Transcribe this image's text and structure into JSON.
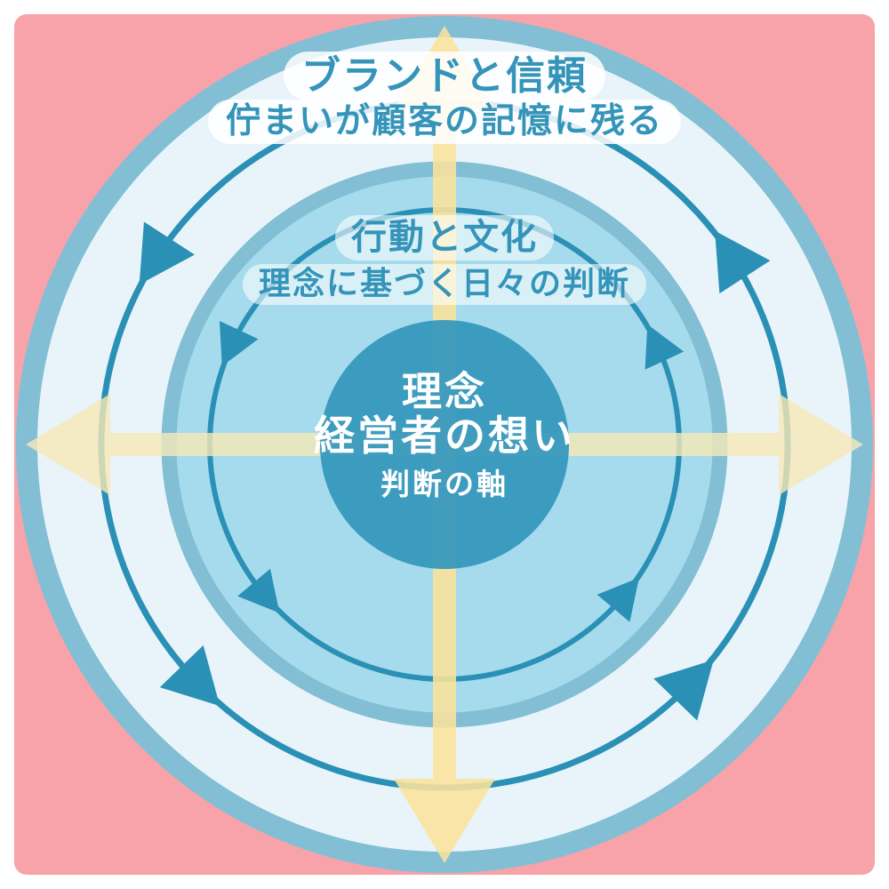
{
  "diagram": {
    "outer_label": {
      "heading": "ブランドと信頼",
      "caption": "佇まいが顧客の記憶に残る"
    },
    "middle_label": {
      "heading": "行動と文化",
      "caption": "理念に基づく日々の判断"
    },
    "center_label": {
      "line1": "理念",
      "line2": "経営者の想い",
      "line3": "判断の軸"
    }
  },
  "colors": {
    "page_background": "#FFFFFF",
    "panel_pink": "#F7A3A9",
    "outer_ring_stroke": "#82BFD4",
    "outer_ring_fill": "#E8F4FA",
    "middle_ring_stroke": "#82BFD4",
    "middle_ring_fill": "#A5DBEC",
    "center_circle": "#3A9FC1",
    "rotation_line_and_arrows": "#2A90B5",
    "cross_arrow_horizontal": "#F6E9B6",
    "cross_arrow_vertical": "#FAE29B",
    "label_text": "#3494B9",
    "center_text": "#FFFFFF"
  },
  "icons": {
    "rotation_arrow": "triangular arrowhead on circular path, counterclockwise flow",
    "cross_arrow": "pale yellow four-direction expanding arrow cross"
  }
}
